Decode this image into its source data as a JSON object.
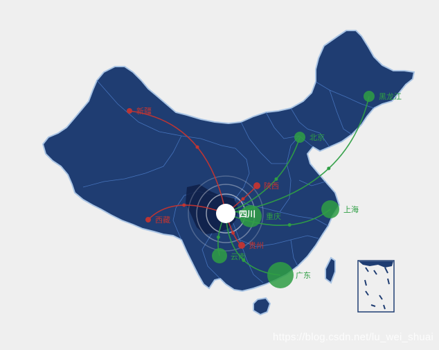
{
  "center": {
    "name": "四川"
  },
  "outbound": {
    "color": "#c23531",
    "cities": [
      {
        "name": "新疆"
      },
      {
        "name": "陕西"
      },
      {
        "name": "西藏"
      },
      {
        "name": "贵州"
      }
    ]
  },
  "inbound": {
    "color": "#2f9e44",
    "cities": [
      {
        "name": "黑龙江"
      },
      {
        "name": "北京"
      },
      {
        "name": "上海"
      },
      {
        "name": "重庆"
      },
      {
        "name": "云南"
      },
      {
        "name": "广东"
      }
    ]
  },
  "colors": {
    "land": "#1f3d72",
    "border": "#4a79c4",
    "outline": "#a9c4e4",
    "highlight": "#0f1f46",
    "background": "#efefef"
  },
  "watermark": "https://blog.csdn.net/lu_wei_shuai"
}
